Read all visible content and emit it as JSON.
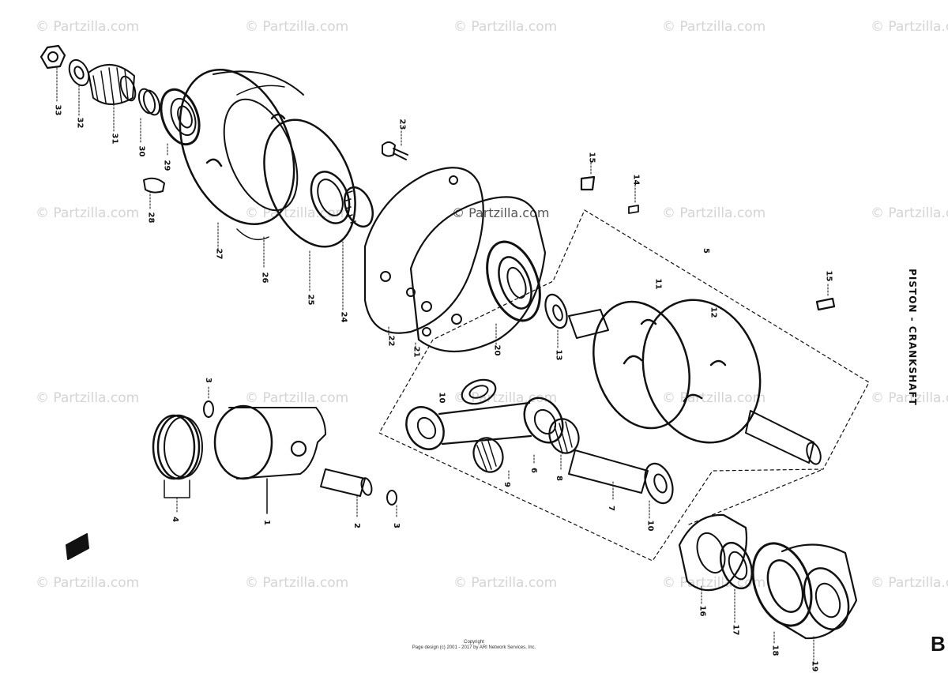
{
  "title": "PISTON - CRANKSHAFT",
  "watermark": "© Partzilla.com",
  "copyright_line1": "Copyright",
  "copyright_line2": "Page design (c) 2001 - 2017 by ARI Network Services, Inc.",
  "corner_mark": "B",
  "part_numbers": {
    "n33": "33",
    "n32": "32",
    "n31": "31",
    "n30": "30",
    "n29": "29",
    "n28": "28",
    "n27": "27",
    "n26": "26",
    "n25": "25",
    "n24": "24",
    "n23": "23",
    "n22": "22",
    "n21": "21",
    "n20": "20",
    "n15a": "15",
    "n14": "14",
    "n5": "5",
    "n11": "11",
    "n12": "12",
    "n13": "13",
    "n15b": "15",
    "n10a": "10",
    "n9": "9",
    "n6": "6",
    "n8": "8",
    "n7": "7",
    "n10b": "10",
    "n3a": "3",
    "n4": "4",
    "n1": "1",
    "n2": "2",
    "n3b": "3",
    "n16": "16",
    "n17": "17",
    "n18": "18",
    "n19": "19"
  }
}
